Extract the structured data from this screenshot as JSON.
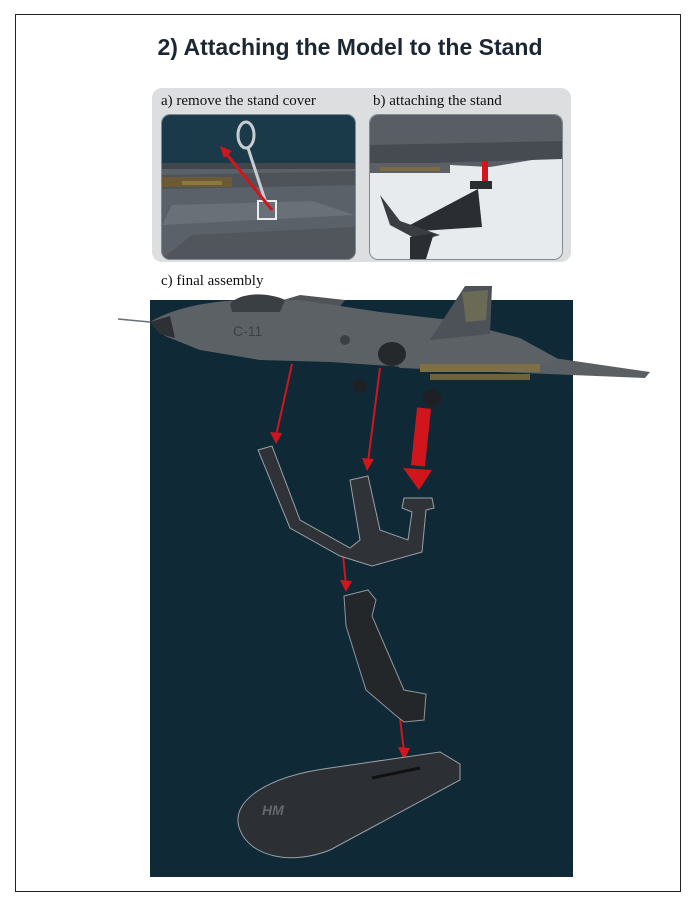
{
  "title": "2) Attaching the Model to the Stand",
  "steps": {
    "a": "a) remove the stand cover",
    "b": "b) attaching the stand",
    "c": "c) final assembly"
  },
  "colors": {
    "background_dark": "#0f2a36",
    "arrow": "#d0161c",
    "title": "#1b2733"
  },
  "icons": [
    "red-arrow",
    "fighter-jet",
    "stand-cradle",
    "stand-post",
    "stand-base",
    "hm-logo"
  ]
}
